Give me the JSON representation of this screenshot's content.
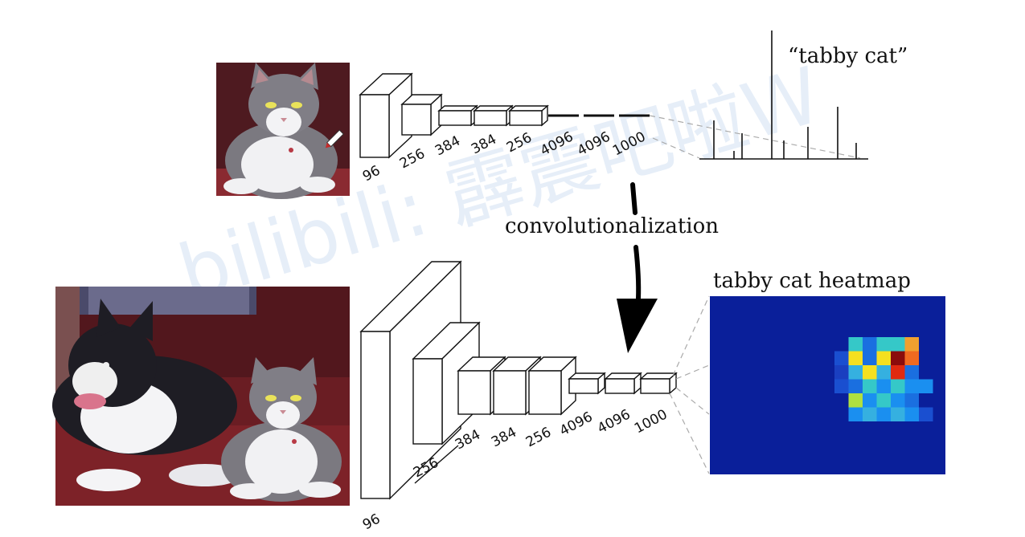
{
  "top": {
    "prediction_label": "“tabby cat”",
    "layers": [
      "96",
      "256",
      "384",
      "384",
      "256",
      "4096",
      "4096",
      "1000"
    ]
  },
  "middle": {
    "step_label": "convolutionalization"
  },
  "bottom": {
    "heatmap_title": "tabby cat heatmap",
    "layers": [
      "96",
      "256",
      "384",
      "384",
      "256",
      "4096",
      "4096",
      "1000"
    ]
  },
  "watermark": "bilibili: 霹震吧啦W",
  "colors": {
    "line": "#111111",
    "dashed": "#aaaaaa",
    "heatmap_bg": "#0a1f9a",
    "cat_fur": "#7d7b82",
    "sofa_red": "#5a1c22",
    "dog_black": "#1c1c22"
  },
  "icons": [
    "cat-photo",
    "dog-and-cat-photo",
    "pencil-cursor-icon",
    "down-arrow-icon"
  ]
}
